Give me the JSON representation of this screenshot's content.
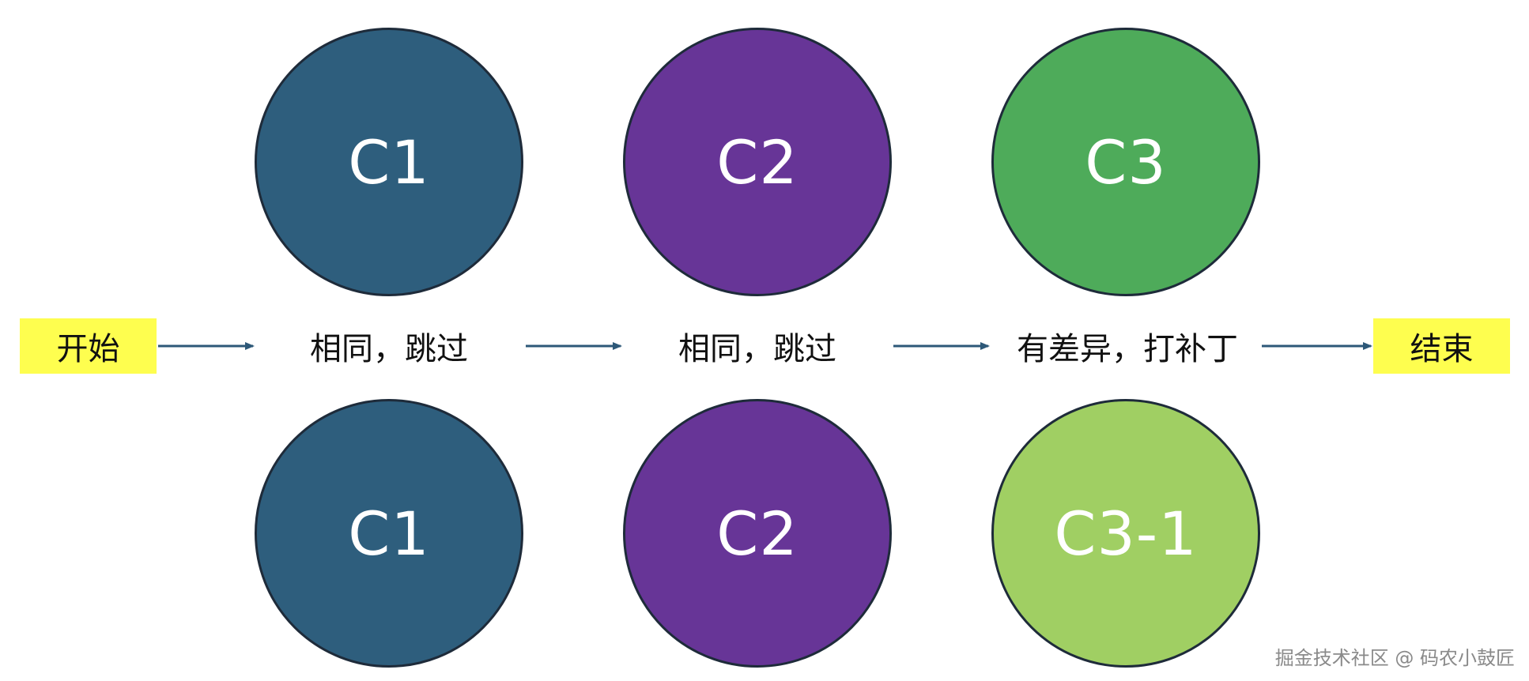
{
  "diagram": {
    "start_label": "开始",
    "end_label": "结束",
    "top_row": [
      {
        "label": "C1",
        "color": "#2e5e7d"
      },
      {
        "label": "C2",
        "color": "#673597"
      },
      {
        "label": "C3",
        "color": "#4eab5a"
      }
    ],
    "bottom_row": [
      {
        "label": "C1",
        "color": "#2e5e7d"
      },
      {
        "label": "C2",
        "color": "#673597"
      },
      {
        "label": "C3-1",
        "color": "#a0cf63"
      }
    ],
    "step_labels": [
      "相同，跳过",
      "相同，跳过",
      "有差异，打补丁"
    ],
    "highlight_color": "#fefe4f",
    "arrow_color": "#2d5878"
  },
  "watermark": {
    "text": "掘金技术社区 @ 码农小鼓匠"
  }
}
